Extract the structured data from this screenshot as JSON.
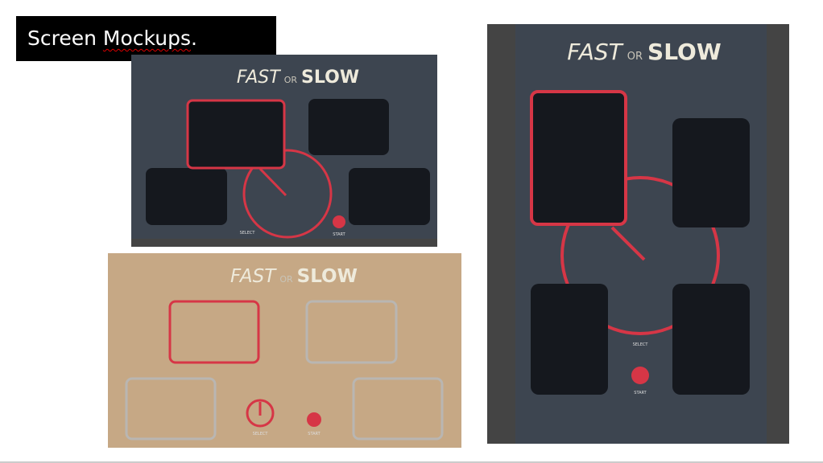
{
  "slide": {
    "title_prefix": "Screen ",
    "title_underlined": "Mockups",
    "title_suffix": "."
  },
  "mockup": {
    "title_fast": "FAST",
    "title_or": "OR",
    "title_slow": "SLOW",
    "select_label": "SELECT",
    "start_label": "START"
  },
  "colors": {
    "dark_panel": "#3d4550",
    "tile": "#15181e",
    "accent": "#d63646",
    "tan_panel": "#c6a885",
    "gray_outline": "#b9b6b2"
  }
}
